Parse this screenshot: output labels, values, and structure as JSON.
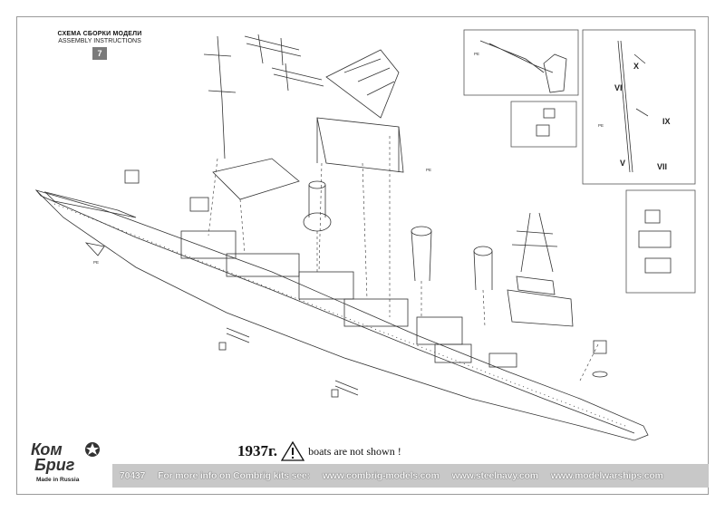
{
  "header": {
    "title_ru": "СХЕМА СБОРКИ МОДЕЛИ",
    "title_en": "ASSEMBLY INSTRUCTIONS",
    "sheet_number": "7"
  },
  "note": {
    "year": "1937г.",
    "text": "boats are not shown !"
  },
  "footer": {
    "kit_number": "70437",
    "info": "For more info on Combrig kits see:",
    "site1": "www.combrig-models.com",
    "site2": "www.steelnavy.com",
    "site3": "www.modelwarships.com"
  },
  "logo": {
    "line1": "Ком",
    "line2": "Бриг",
    "made_in": "Made in Russia"
  },
  "callouts": {
    "roman_labels": [
      "X",
      "VI",
      "IX",
      "V",
      "VII"
    ],
    "pe_label": "PE"
  },
  "colors": {
    "line": "#333333",
    "footer_bg": "#c8c8c8",
    "badge_bg": "#7a7a7a"
  }
}
